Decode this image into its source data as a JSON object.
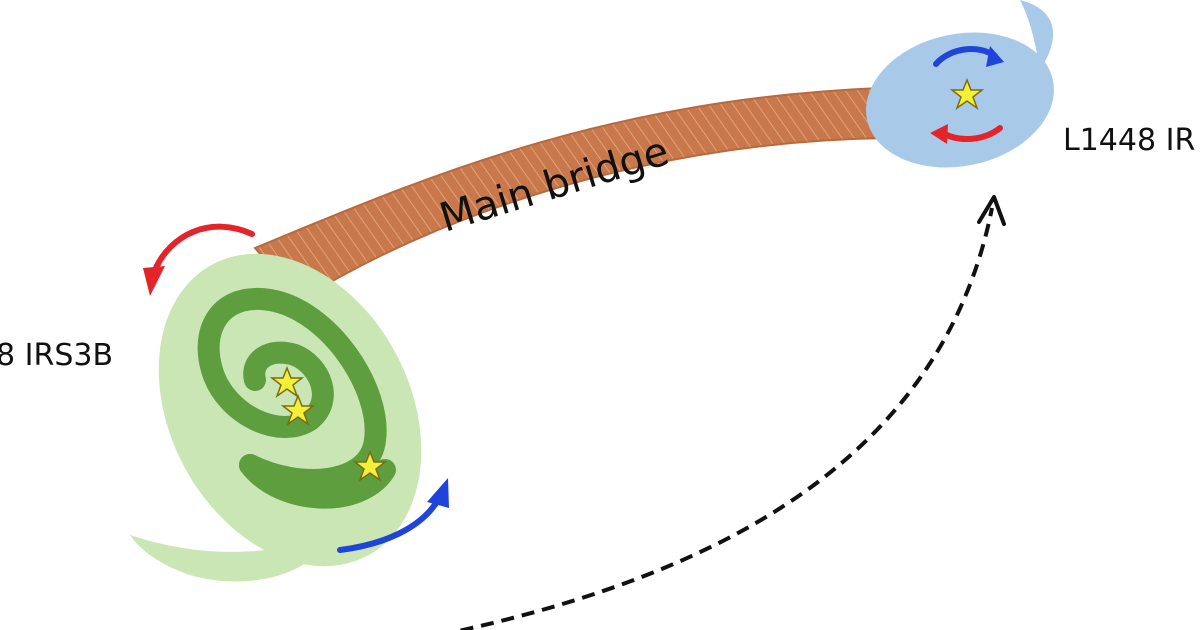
{
  "labels": {
    "left_source": "8 IRS3B",
    "right_source": "L1448 IR",
    "bridge": "Main bridge"
  },
  "colors": {
    "bridge": "#c8784a",
    "left_disk_light": "#c9e6b4",
    "left_disk_dark": "#5e9e3f",
    "right_disk": "#a9c9e9",
    "star_fill": "#f4f03a",
    "star_stroke": "#7a6d10",
    "arrow_red": "#e3242b",
    "arrow_blue": "#1f44d9",
    "dashed_arrow": "#111111"
  },
  "icons": {
    "star": "star-icon",
    "rotation_arrow": "curved-arrow-icon",
    "dashed_arrow": "dashed-curved-arrow-icon"
  }
}
